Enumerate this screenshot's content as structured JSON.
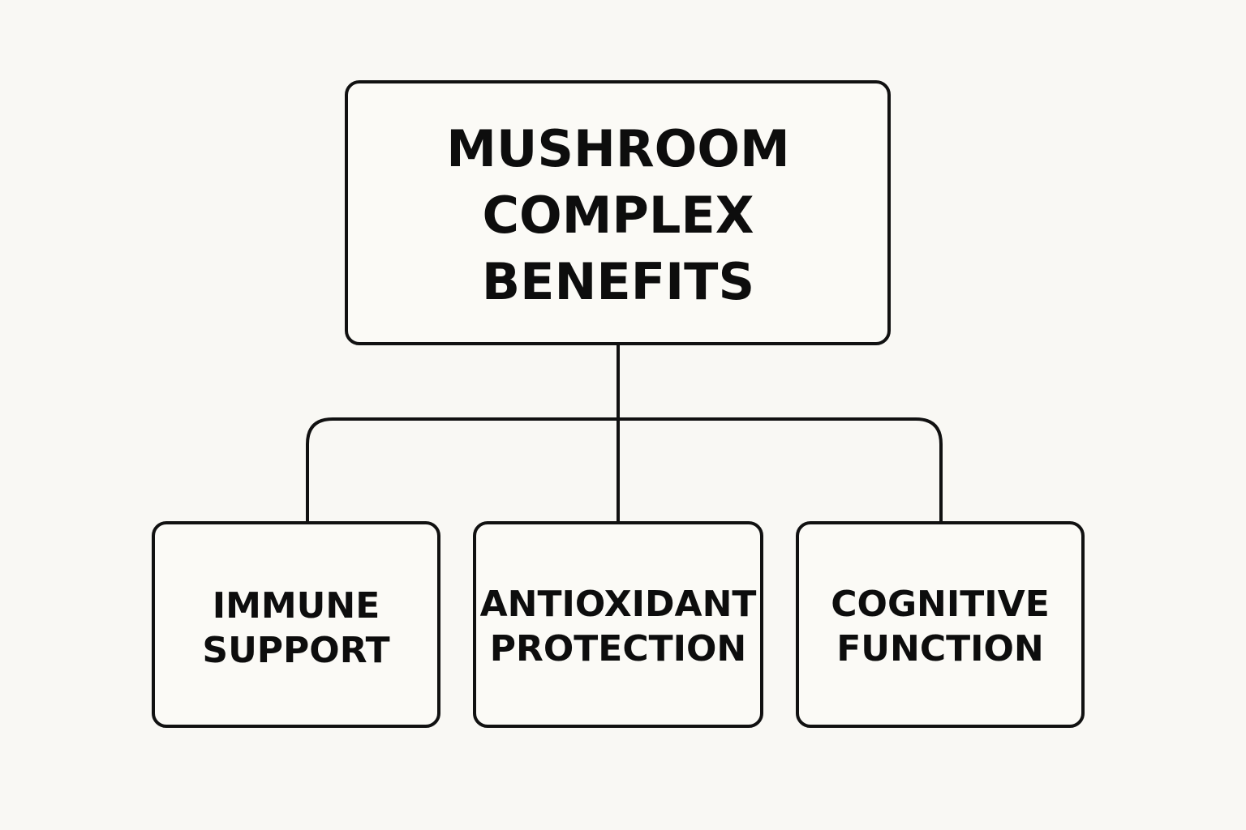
{
  "root": {
    "lines": [
      "MUSHROOM",
      "COMPLEX",
      "BENEFITS"
    ]
  },
  "children": [
    {
      "lines": [
        "IMMUNE",
        "SUPPORT"
      ]
    },
    {
      "lines": [
        "ANTIOXIDANT",
        "PROTECTION"
      ]
    },
    {
      "lines": [
        "COGNITIVE",
        "FUNCTION"
      ]
    }
  ]
}
